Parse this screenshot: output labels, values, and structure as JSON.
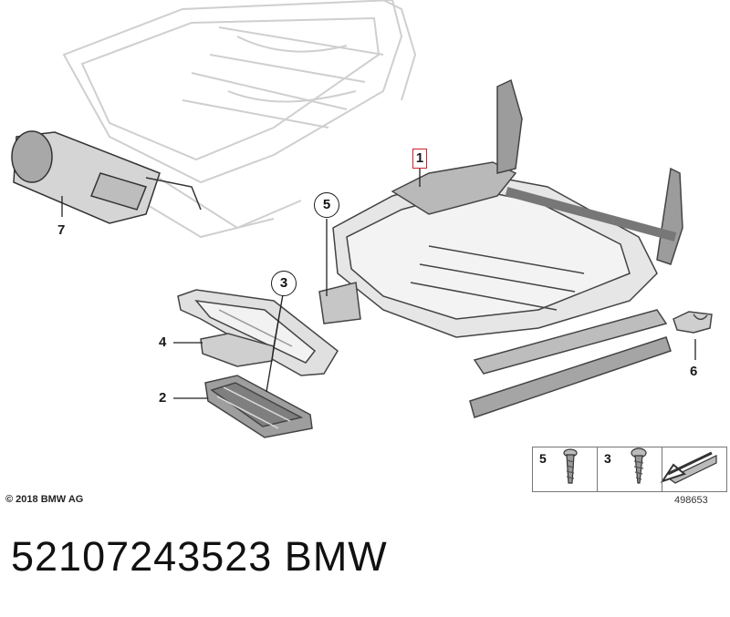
{
  "callouts": [
    {
      "id": "1",
      "label": "1"
    },
    {
      "id": "2",
      "label": "2"
    },
    {
      "id": "3",
      "label": "3"
    },
    {
      "id": "4",
      "label": "4"
    },
    {
      "id": "5",
      "label": "5"
    },
    {
      "id": "6",
      "label": "6"
    },
    {
      "id": "7",
      "label": "7"
    }
  ],
  "legend": {
    "items": [
      {
        "label": "5",
        "icon": "screw-icon"
      },
      {
        "label": "3",
        "icon": "self-tapping-screw-icon"
      },
      {
        "label": "",
        "icon": "direction-arrow-icon"
      }
    ]
  },
  "footer": {
    "copyright": "© 2018 BMW AG",
    "diagram_id": "498653",
    "part_number": "52107243523",
    "brand": "BMW",
    "part_number_line": "52107243523    BMW"
  },
  "colors": {
    "highlight_box": "#d01f2e",
    "part_fill": "#e4e4e4",
    "part_stroke": "#555555",
    "ghost_stroke": "#cfcfcf"
  }
}
